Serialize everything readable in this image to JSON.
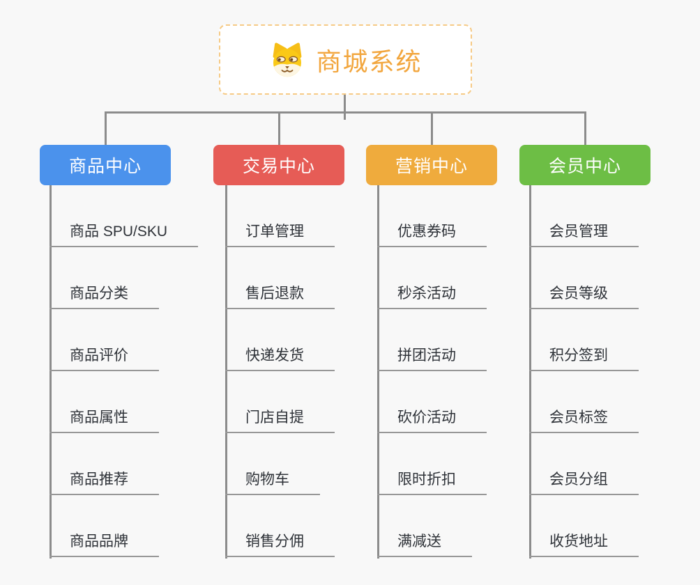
{
  "root": {
    "title": "商城系统",
    "icon": "dog-face-icon"
  },
  "branches": [
    {
      "label": "商品中心",
      "color": "#4b92ec",
      "children": [
        "商品 SPU/SKU",
        "商品分类",
        "商品评价",
        "商品属性",
        "商品推荐",
        "商品品牌"
      ]
    },
    {
      "label": "交易中心",
      "color": "#e65c56",
      "children": [
        "订单管理",
        "售后退款",
        "快递发货",
        "门店自提",
        "购物车",
        "销售分佣"
      ]
    },
    {
      "label": "营销中心",
      "color": "#efab3d",
      "children": [
        "优惠券码",
        "秒杀活动",
        "拼团活动",
        "砍价活动",
        "限时折扣",
        "满减送"
      ]
    },
    {
      "label": "会员中心",
      "color": "#6dbe45",
      "children": [
        "会员管理",
        "会员等级",
        "积分签到",
        "会员标签",
        "会员分组",
        "收货地址"
      ]
    }
  ],
  "style": {
    "connector_color": "#8c8c8c",
    "leaf_underline_color": "#979797",
    "root_text_color": "#f2a63e",
    "root_border_color": "#f6ca85",
    "background_color": "#f8f8f8"
  }
}
